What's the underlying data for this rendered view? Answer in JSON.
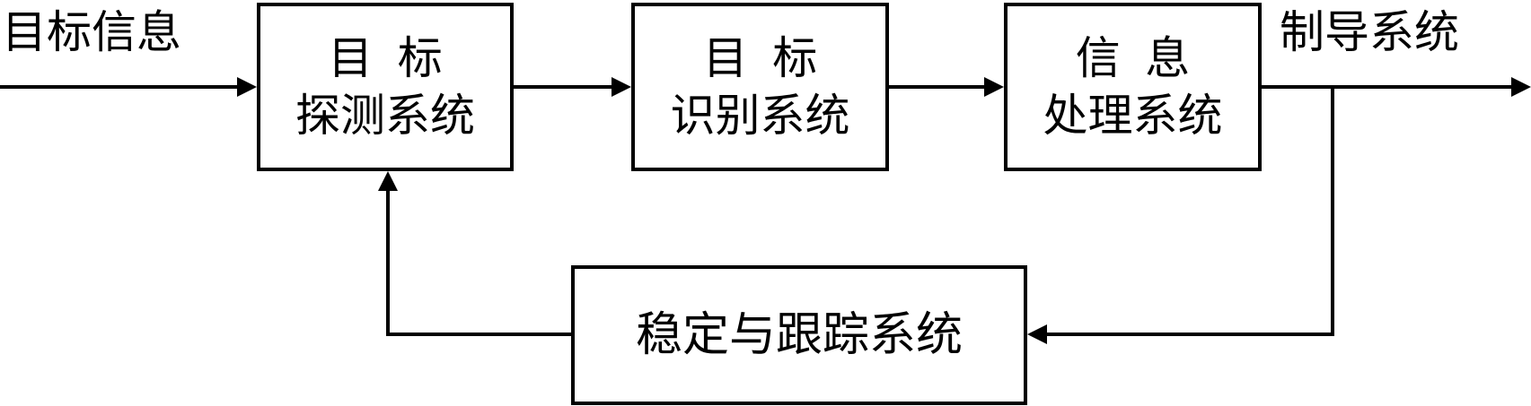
{
  "diagram": {
    "input_label": "目标信息",
    "output_label": "制导系统",
    "blocks": {
      "detection": {
        "line1": "目标",
        "line2": "探测系统"
      },
      "recognition": {
        "line1": "目标",
        "line2": "识别系统"
      },
      "processing": {
        "line1": "信息",
        "line2": "处理系统"
      },
      "tracking": {
        "line1": "稳定与跟踪系统"
      }
    }
  }
}
